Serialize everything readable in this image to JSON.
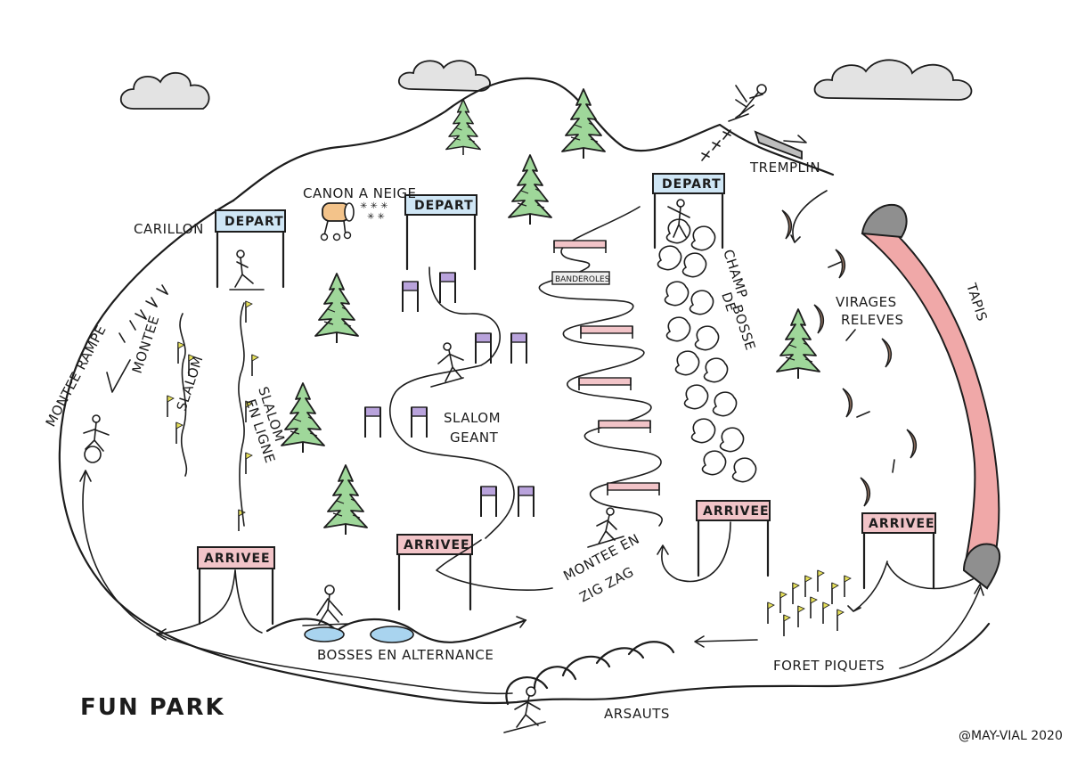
{
  "title": "FUN PARK",
  "signature": "@MAY-VIAL 2020",
  "labels": {
    "carillon": "CARILLON",
    "canon": "CANON A NEIGE",
    "tremplin": "TREMPLIN",
    "tapis": "TAPIS",
    "montee_rampe": "MONTEE RAMPE",
    "montee_slalom_1": "MONTEE",
    "montee_slalom_2": "SLALOM",
    "slalom_ligne_1": "SLALOM",
    "slalom_ligne_2": "EN LIGNE",
    "slalom_geant_1": "SLALOM",
    "slalom_geant_2": "GEANT",
    "banderoles": "BANDEROLES",
    "champ_1": "CHAMP",
    "champ_2": "DE",
    "champ_3": "BOSSE",
    "virages_1": "VIRAGES",
    "virages_2": "RELEVES",
    "zigzag_1": "MONTEE EN",
    "zigzag_2": "ZIG ZAG",
    "bosses": "BOSSES EN ALTERNANCE",
    "foret": "FORET PIQUETS",
    "arsauts": "ARSAUTS"
  },
  "signs": {
    "depart": "DEPART",
    "arrivee": "ARRIVEE"
  },
  "colors": {
    "ink": "#1d1d1d",
    "sky_sign": "#cfe6f5",
    "pink_sign": "#f2c4c8",
    "tree": "#9fd79a",
    "gate_purple": "#b9a3dc",
    "tapis": "#f0a8a8",
    "turn": "#8a6d5d",
    "water": "#a9d4ef"
  }
}
